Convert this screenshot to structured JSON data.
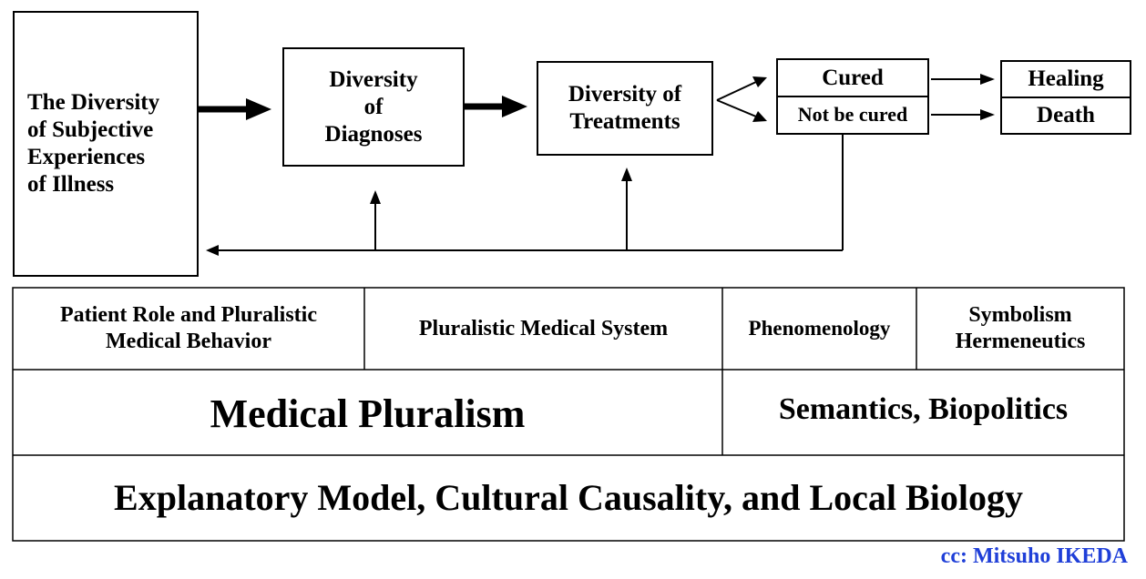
{
  "flow": {
    "subjective": [
      "The Diversity",
      "of Subjective",
      "Experiences",
      "of Illness"
    ],
    "diagnoses": [
      "Diversity",
      "of",
      "Diagnoses"
    ],
    "treatments": [
      "Diversity of",
      "Treatments"
    ],
    "cured": "Cured",
    "not_cured": "Not be cured",
    "healing": "Healing",
    "death": "Death"
  },
  "table": {
    "row1": {
      "patient_role": [
        "Patient Role and Pluralistic",
        "Medical Behavior"
      ],
      "pluralistic_system": "Pluralistic Medical System",
      "phenomenology": "Phenomenology",
      "symbolism": [
        "Symbolism",
        "Hermeneutics"
      ]
    },
    "row2": {
      "medical_pluralism": "Medical Pluralism",
      "semantics": "Semantics, Biopolitics"
    },
    "row3": {
      "explanatory": "Explanatory Model, Cultural Causality, and Local Biology"
    }
  },
  "credit": "cc: Mitsuho IKEDA",
  "colors": {
    "credit": "#1f3fd8",
    "lines": "#000000"
  }
}
